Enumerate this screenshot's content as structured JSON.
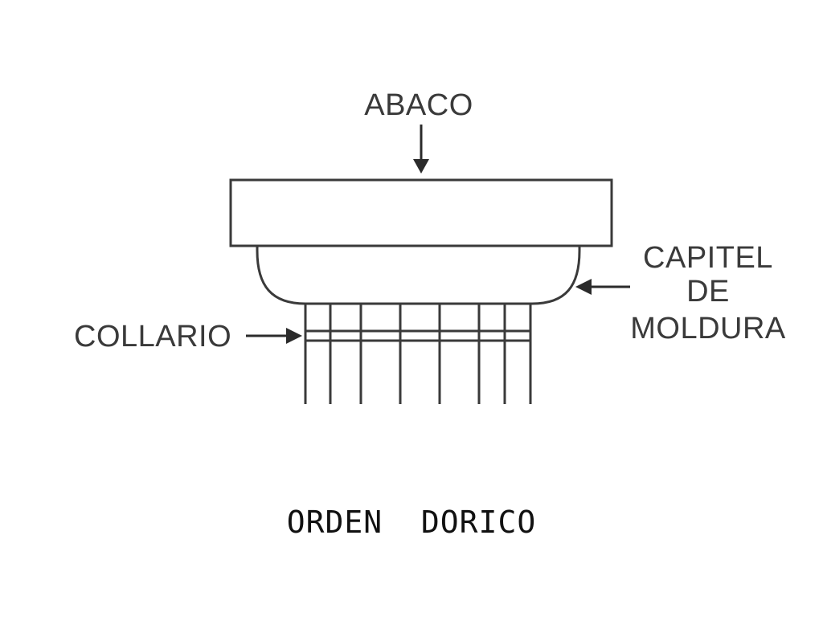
{
  "labels": {
    "abaco": "ABACO",
    "capitel_line1": "CAPITEL",
    "capitel_line2": "DE",
    "capitel_line3": "MOLDURA",
    "collario": "COLLARIO"
  },
  "caption": "ORDEN  DORICO",
  "colors": {
    "stroke": "#3a3a3a",
    "text": "#111111"
  }
}
